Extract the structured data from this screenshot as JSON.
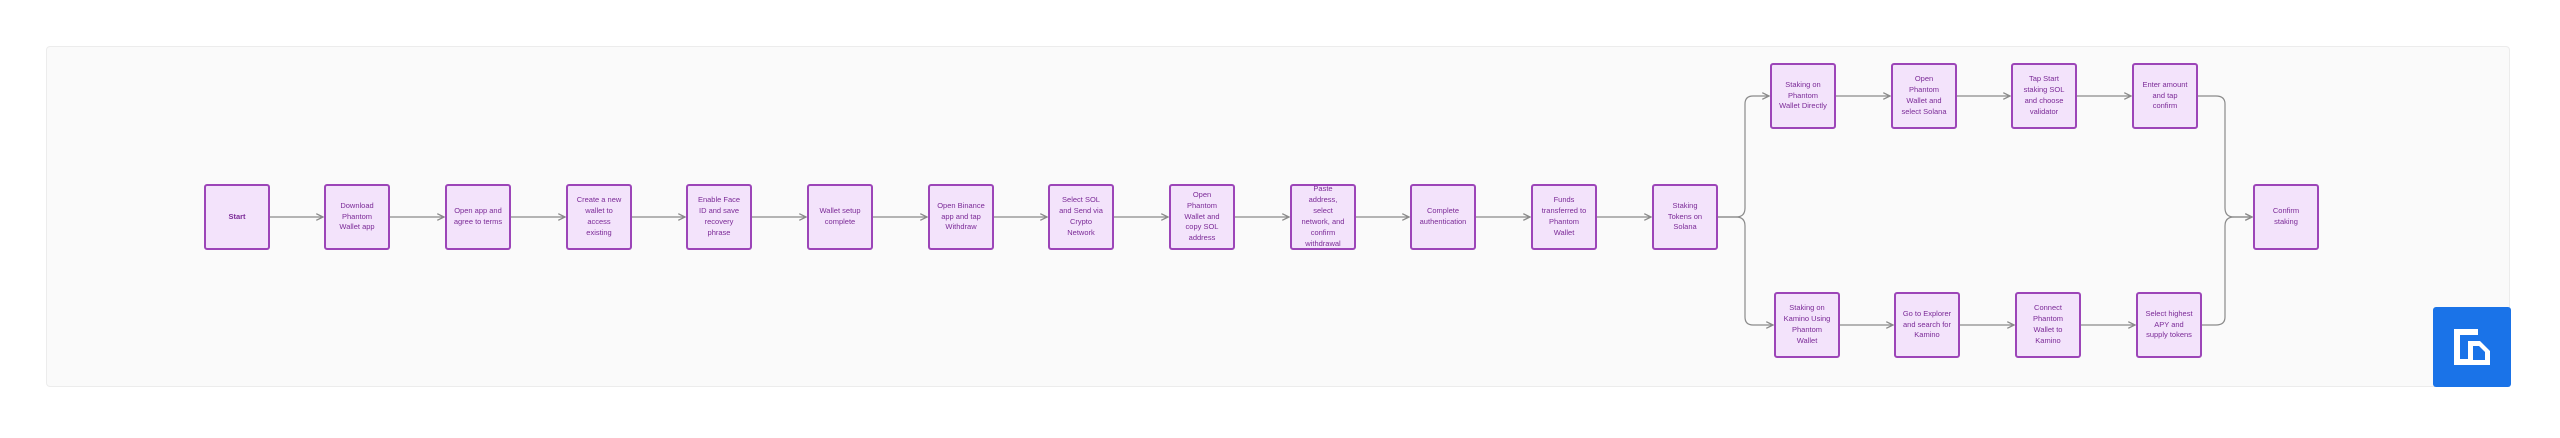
{
  "flowchart": {
    "nodes": {
      "start": "Start",
      "download": "Download Phantom Wallet app",
      "open_app": "Open app and agree to terms",
      "create_wallet": "Create a new wallet to access existing",
      "enable_faceid": "Enable Face ID and save recovery phrase",
      "setup_complete": "Wallet setup complete",
      "open_binance": "Open Binance app and tap Withdraw",
      "select_sol": "Select SOL and Send via Crypto Network",
      "open_phantom_copy": "Open Phantom Wallet and copy SOL address",
      "paste_address": "Paste address, select network, and confirm withdrawal",
      "complete_auth": "Complete authentication",
      "funds_transferred": "Funds transferred to Phantom Wallet",
      "staking_tokens": "Staking Tokens on Solana",
      "staking_direct": "Staking on Phantom Wallet Directly",
      "open_select_solana": "Open Phantom Wallet and select Solana",
      "tap_start_staking": "Tap Start staking SOL and choose validator",
      "enter_amount": "Enter amount and tap confirm",
      "staking_kamino": "Staking on Kamino Using Phantom Wallet",
      "explorer_kamino": "Go to Explorer and search for Kamino",
      "connect_phantom": "Connect Phantom Wallet to Kamino",
      "select_apy": "Select highest APY and supply tokens",
      "confirm_staking": "Confirm staking"
    }
  },
  "colors": {
    "node_fill": "#f3e3fb",
    "node_border": "#9c45b8",
    "node_text": "#7b2a97",
    "edge": "#8a8a8a",
    "logo_bg": "#1a73e8"
  },
  "icons": {
    "logo": "whimsical-logo-icon"
  }
}
